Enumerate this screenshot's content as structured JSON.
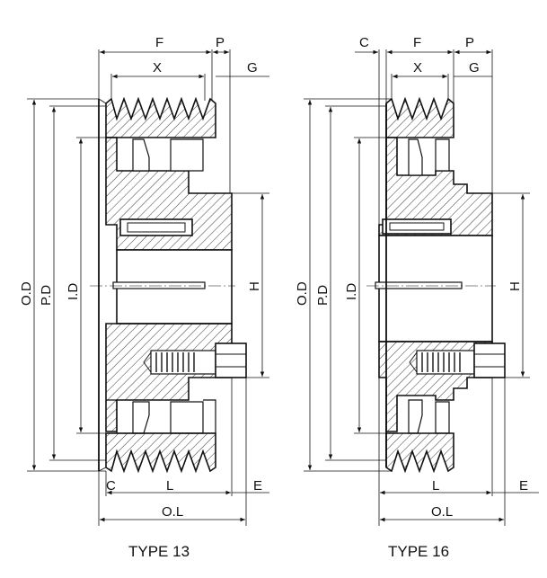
{
  "type13": {
    "caption": "TYPE 13",
    "labels": {
      "f": "F",
      "p": "P",
      "x": "X",
      "g": "G",
      "od": "O.D",
      "pd": "P.D",
      "id": "I.D",
      "h": "H",
      "c": "C",
      "l": "L",
      "e": "E",
      "ol": "O.L"
    }
  },
  "type16": {
    "caption": "TYPE 16",
    "labels": {
      "c": "C",
      "f": "F",
      "p": "P",
      "x": "X",
      "g": "G",
      "od": "O.D",
      "pd": "P.D",
      "id": "I.D",
      "h": "H",
      "l": "L",
      "e": "E",
      "ol": "O.L"
    }
  }
}
